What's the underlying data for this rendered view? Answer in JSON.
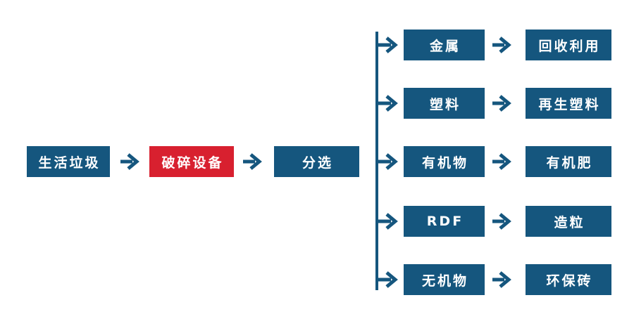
{
  "diagram": {
    "background_color": "#ffffff",
    "primary_color": "#15567e",
    "accent_color": "#d8202f",
    "text_color": "#ffffff",
    "main_flow": {
      "source_label": "生活垃圾",
      "crusher_label": "破碎设备",
      "sorting_label": "分选"
    },
    "branches": [
      {
        "category": "金属",
        "result": "回收利用"
      },
      {
        "category": "塑料",
        "result": "再生塑料"
      },
      {
        "category": "有机物",
        "result": "有机肥"
      },
      {
        "category": "RDF",
        "result": "造粒"
      },
      {
        "category": "无机物",
        "result": "环保砖"
      }
    ]
  }
}
